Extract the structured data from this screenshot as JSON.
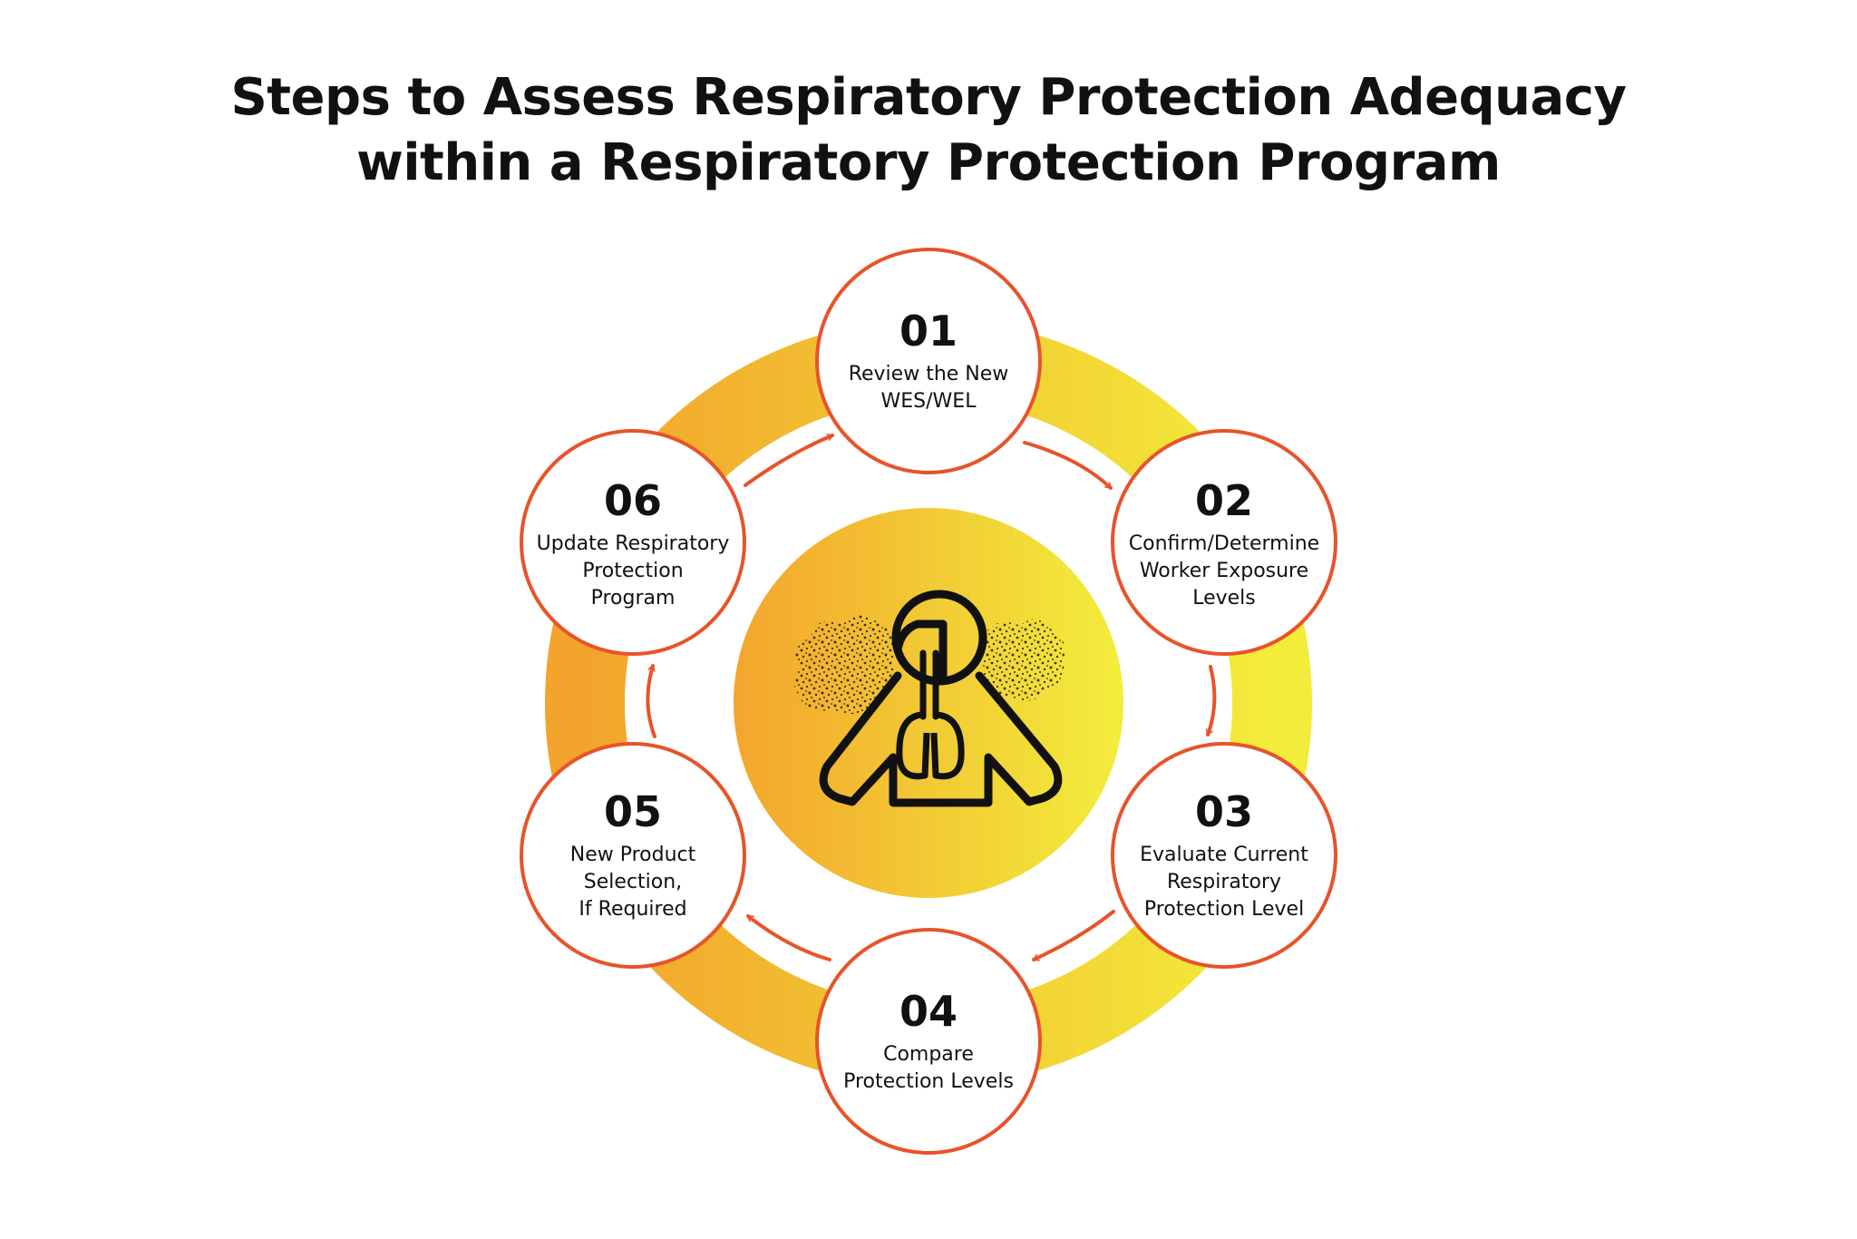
{
  "title": {
    "line1": "Steps to Assess Respiratory Protection Adequacy",
    "line2": "within a Respiratory Protection Program"
  },
  "colors": {
    "ring_orange": "#F2A42C",
    "ring_yellow": "#F3EC3A",
    "accent_red": "#E8532A",
    "icon_black": "#111111"
  },
  "center_icon": "respiratory-lungs-person-icon",
  "steps": [
    {
      "number": "01",
      "label": "Review the New\nWES/WEL"
    },
    {
      "number": "02",
      "label": "Confirm/Determine\nWorker Exposure\nLevels"
    },
    {
      "number": "03",
      "label": "Evaluate Current\nRespiratory\nProtection Level"
    },
    {
      "number": "04",
      "label": "Compare\nProtection Levels"
    },
    {
      "number": "05",
      "label": "New Product\nSelection,\nIf Required"
    },
    {
      "number": "06",
      "label": "Update Respiratory\nProtection\nProgram"
    }
  ]
}
